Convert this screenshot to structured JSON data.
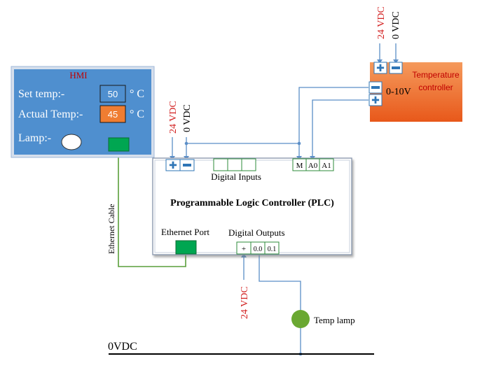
{
  "hmi": {
    "title": "HMI",
    "set_temp_label": "Set temp:-",
    "set_temp_value": "50",
    "actual_temp_label": "Actual Temp:-",
    "actual_temp_value": "45",
    "unit": "° C",
    "lamp_label": "Lamp:-"
  },
  "plc": {
    "title": "Programmable Logic Controller (PLC)",
    "digital_inputs_label": "Digital Inputs",
    "digital_outputs_label": "Digital Outputs",
    "ethernet_port_label": "Ethernet Port",
    "power_plus": "+",
    "power_minus": "−",
    "analog_terminals": [
      "M",
      "A0",
      "A1"
    ],
    "output_terminals": [
      "+",
      "0.0",
      "0.1"
    ]
  },
  "temperature_controller": {
    "label_line1": "Temperature",
    "label_line2": "controller",
    "signal_label": "0-10V",
    "minus": "−",
    "plus": "+"
  },
  "supply_labels": {
    "tc_24vdc": "24 VDC",
    "tc_0vdc": "0 VDC",
    "plc_24vdc": "24 VDC",
    "plc_0vdc": "0 VDC",
    "output_24vdc": "24 VDC"
  },
  "ethernet_cable_label": "Ethernet Cable",
  "temp_lamp_label": "Temp lamp",
  "ground_bus_label": "0VDC",
  "colors": {
    "hmi_bg": "#4f8fcf",
    "hmi_border": "#9fb7d9",
    "supply_red": "#d21f1f",
    "tc_orange": "#ef6a22",
    "tc_text_red": "#c00000",
    "green": "#00a651",
    "lamp_green": "#6aa832",
    "wire_blue": "#5b8ec7",
    "wire_green": "#5a9e3a",
    "value_box": "#ef7d32",
    "terminal_blue": "#2e75b6"
  }
}
